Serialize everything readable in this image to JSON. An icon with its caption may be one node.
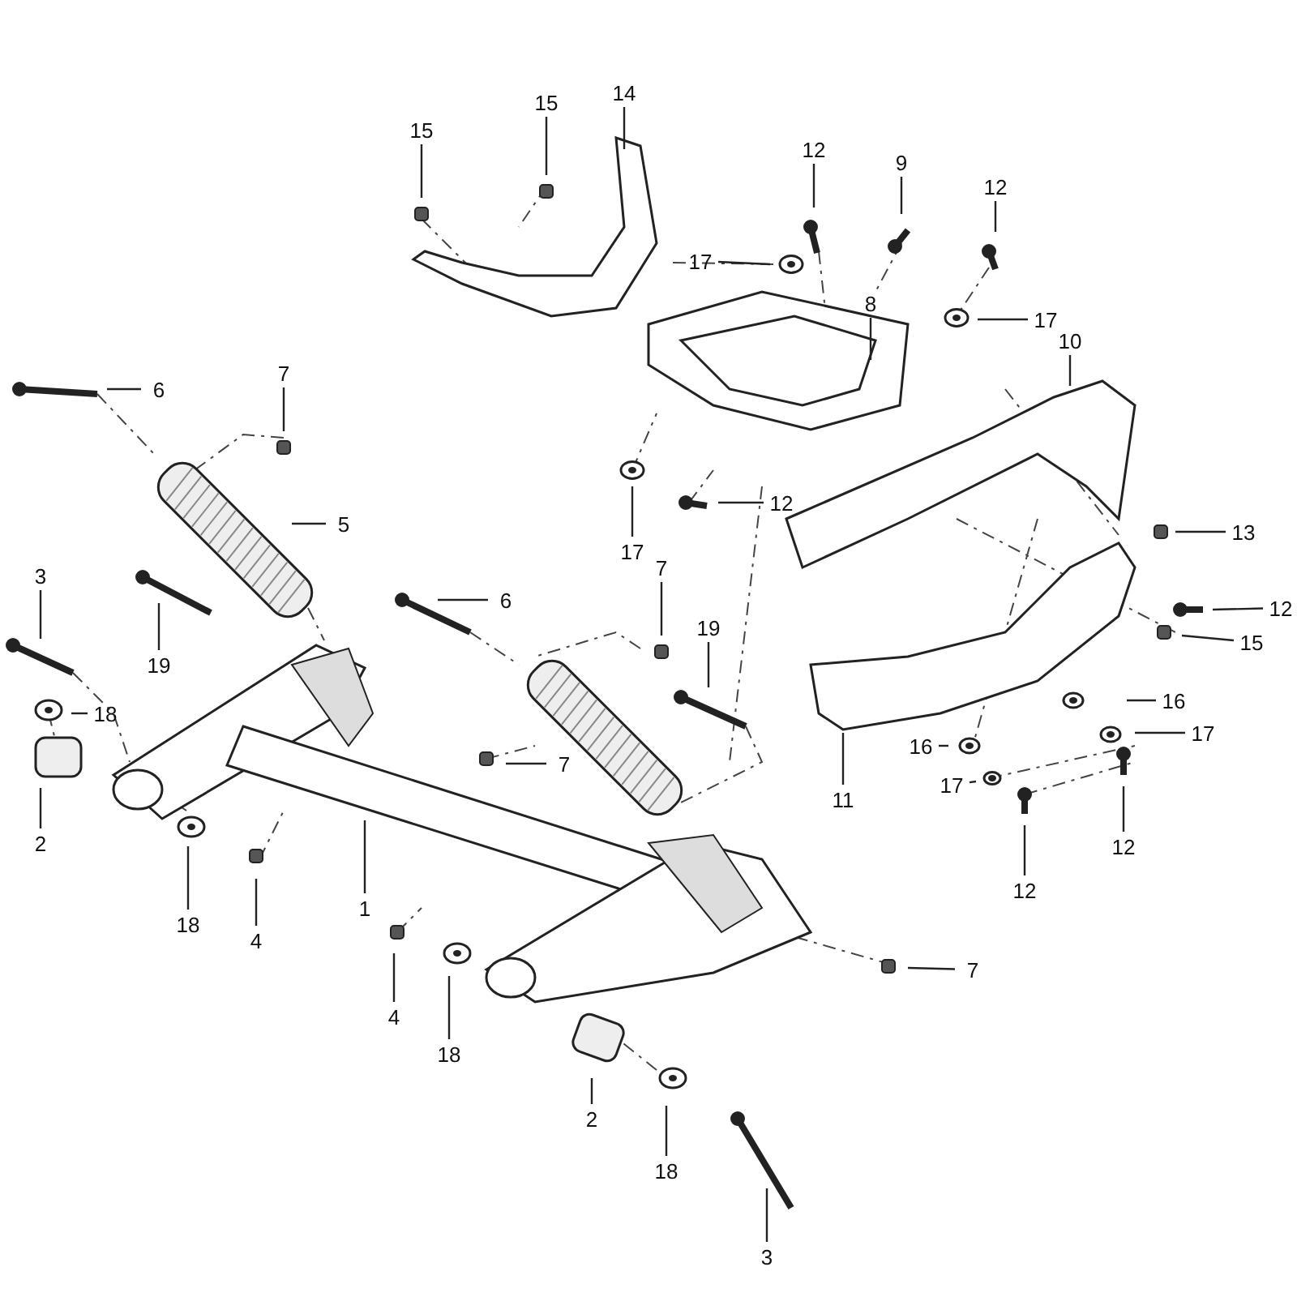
{
  "diagram": {
    "nodes": [
      {
        "text": [
          "14"
        ]
      },
      {
        "text": [
          "15"
        ]
      },
      {
        "text": [
          "15"
        ]
      },
      {
        "text": [
          "12"
        ]
      },
      {
        "text": [
          "9"
        ]
      },
      {
        "text": [
          "12"
        ]
      },
      {
        "text": [
          "17"
        ]
      },
      {
        "text": [
          "8"
        ]
      },
      {
        "text": [
          "17"
        ]
      },
      {
        "text": [
          "10"
        ]
      },
      {
        "text": [
          "7"
        ]
      },
      {
        "text": [
          "6"
        ]
      },
      {
        "text": [
          "12"
        ]
      },
      {
        "text": [
          "5"
        ]
      },
      {
        "text": [
          "13"
        ]
      },
      {
        "text": [
          "17"
        ]
      },
      {
        "text": [
          "3"
        ]
      },
      {
        "text": [
          "7"
        ]
      },
      {
        "text": [
          "6"
        ]
      },
      {
        "text": [
          "12"
        ]
      },
      {
        "text": [
          "19"
        ]
      },
      {
        "text": [
          "19"
        ]
      },
      {
        "text": [
          "15"
        ]
      },
      {
        "text": [
          "16"
        ]
      },
      {
        "text": [
          "18"
        ]
      },
      {
        "text": [
          "17"
        ]
      },
      {
        "text": [
          "16"
        ]
      },
      {
        "text": [
          "7"
        ]
      },
      {
        "text": [
          "17"
        ]
      },
      {
        "text": [
          "11"
        ]
      },
      {
        "text": [
          "2"
        ]
      },
      {
        "text": [
          "12"
        ]
      },
      {
        "text": [
          "12"
        ]
      },
      {
        "text": [
          "1"
        ]
      },
      {
        "text": [
          "18"
        ]
      },
      {
        "text": [
          "4"
        ]
      },
      {
        "text": [
          "7"
        ]
      },
      {
        "text": [
          "4"
        ]
      },
      {
        "text": [
          "18"
        ]
      },
      {
        "text": [
          "2"
        ]
      },
      {
        "text": [
          "18"
        ]
      },
      {
        "text": [
          "3"
        ]
      }
    ],
    "edges": [
      {
        "from": 0,
        "to": null,
        "arrow": "none"
      },
      {
        "from": 1,
        "to": null,
        "arrow": "none"
      },
      {
        "from": 2,
        "to": null,
        "arrow": "none"
      },
      {
        "from": 3,
        "to": null,
        "arrow": "none"
      },
      {
        "from": 4,
        "to": null,
        "arrow": "none"
      },
      {
        "from": 5,
        "to": null,
        "arrow": "none"
      },
      {
        "from": 6,
        "to": null,
        "arrow": "none"
      },
      {
        "from": 7,
        "to": null,
        "arrow": "none"
      },
      {
        "from": 8,
        "to": null,
        "arrow": "none"
      },
      {
        "from": 9,
        "to": null,
        "arrow": "none"
      },
      {
        "from": 10,
        "to": null,
        "arrow": "none"
      },
      {
        "from": 11,
        "to": null,
        "arrow": "none"
      },
      {
        "from": 12,
        "to": null,
        "arrow": "none"
      },
      {
        "from": 13,
        "to": null,
        "arrow": "none"
      },
      {
        "from": 14,
        "to": null,
        "arrow": "none"
      },
      {
        "from": 15,
        "to": null,
        "arrow": "none"
      },
      {
        "from": 16,
        "to": null,
        "arrow": "none"
      },
      {
        "from": 17,
        "to": null,
        "arrow": "none"
      },
      {
        "from": 18,
        "to": null,
        "arrow": "none"
      },
      {
        "from": 19,
        "to": null,
        "arrow": "none"
      },
      {
        "from": 20,
        "to": null,
        "arrow": "none"
      },
      {
        "from": 21,
        "to": null,
        "arrow": "none"
      },
      {
        "from": 22,
        "to": null,
        "arrow": "none"
      },
      {
        "from": 23,
        "to": null,
        "arrow": "none"
      },
      {
        "from": 24,
        "to": null,
        "arrow": "none"
      },
      {
        "from": 25,
        "to": null,
        "arrow": "none"
      },
      {
        "from": 26,
        "to": null,
        "arrow": "none"
      },
      {
        "from": 27,
        "to": null,
        "arrow": "none"
      },
      {
        "from": 28,
        "to": null,
        "arrow": "none"
      },
      {
        "from": 29,
        "to": null,
        "arrow": "none"
      },
      {
        "from": 30,
        "to": null,
        "arrow": "none"
      },
      {
        "from": 31,
        "to": null,
        "arrow": "none"
      },
      {
        "from": 32,
        "to": null,
        "arrow": "none"
      },
      {
        "from": 33,
        "to": null,
        "arrow": "none"
      },
      {
        "from": 34,
        "to": null,
        "arrow": "none"
      },
      {
        "from": 35,
        "to": null,
        "arrow": "none"
      },
      {
        "from": 36,
        "to": null,
        "arrow": "none"
      },
      {
        "from": 37,
        "to": null,
        "arrow": "none"
      },
      {
        "from": 38,
        "to": null,
        "arrow": "none"
      },
      {
        "from": 39,
        "to": null,
        "arrow": "none"
      },
      {
        "from": 40,
        "to": null,
        "arrow": "none"
      },
      {
        "from": 41,
        "to": null,
        "arrow": "none"
      }
    ]
  }
}
